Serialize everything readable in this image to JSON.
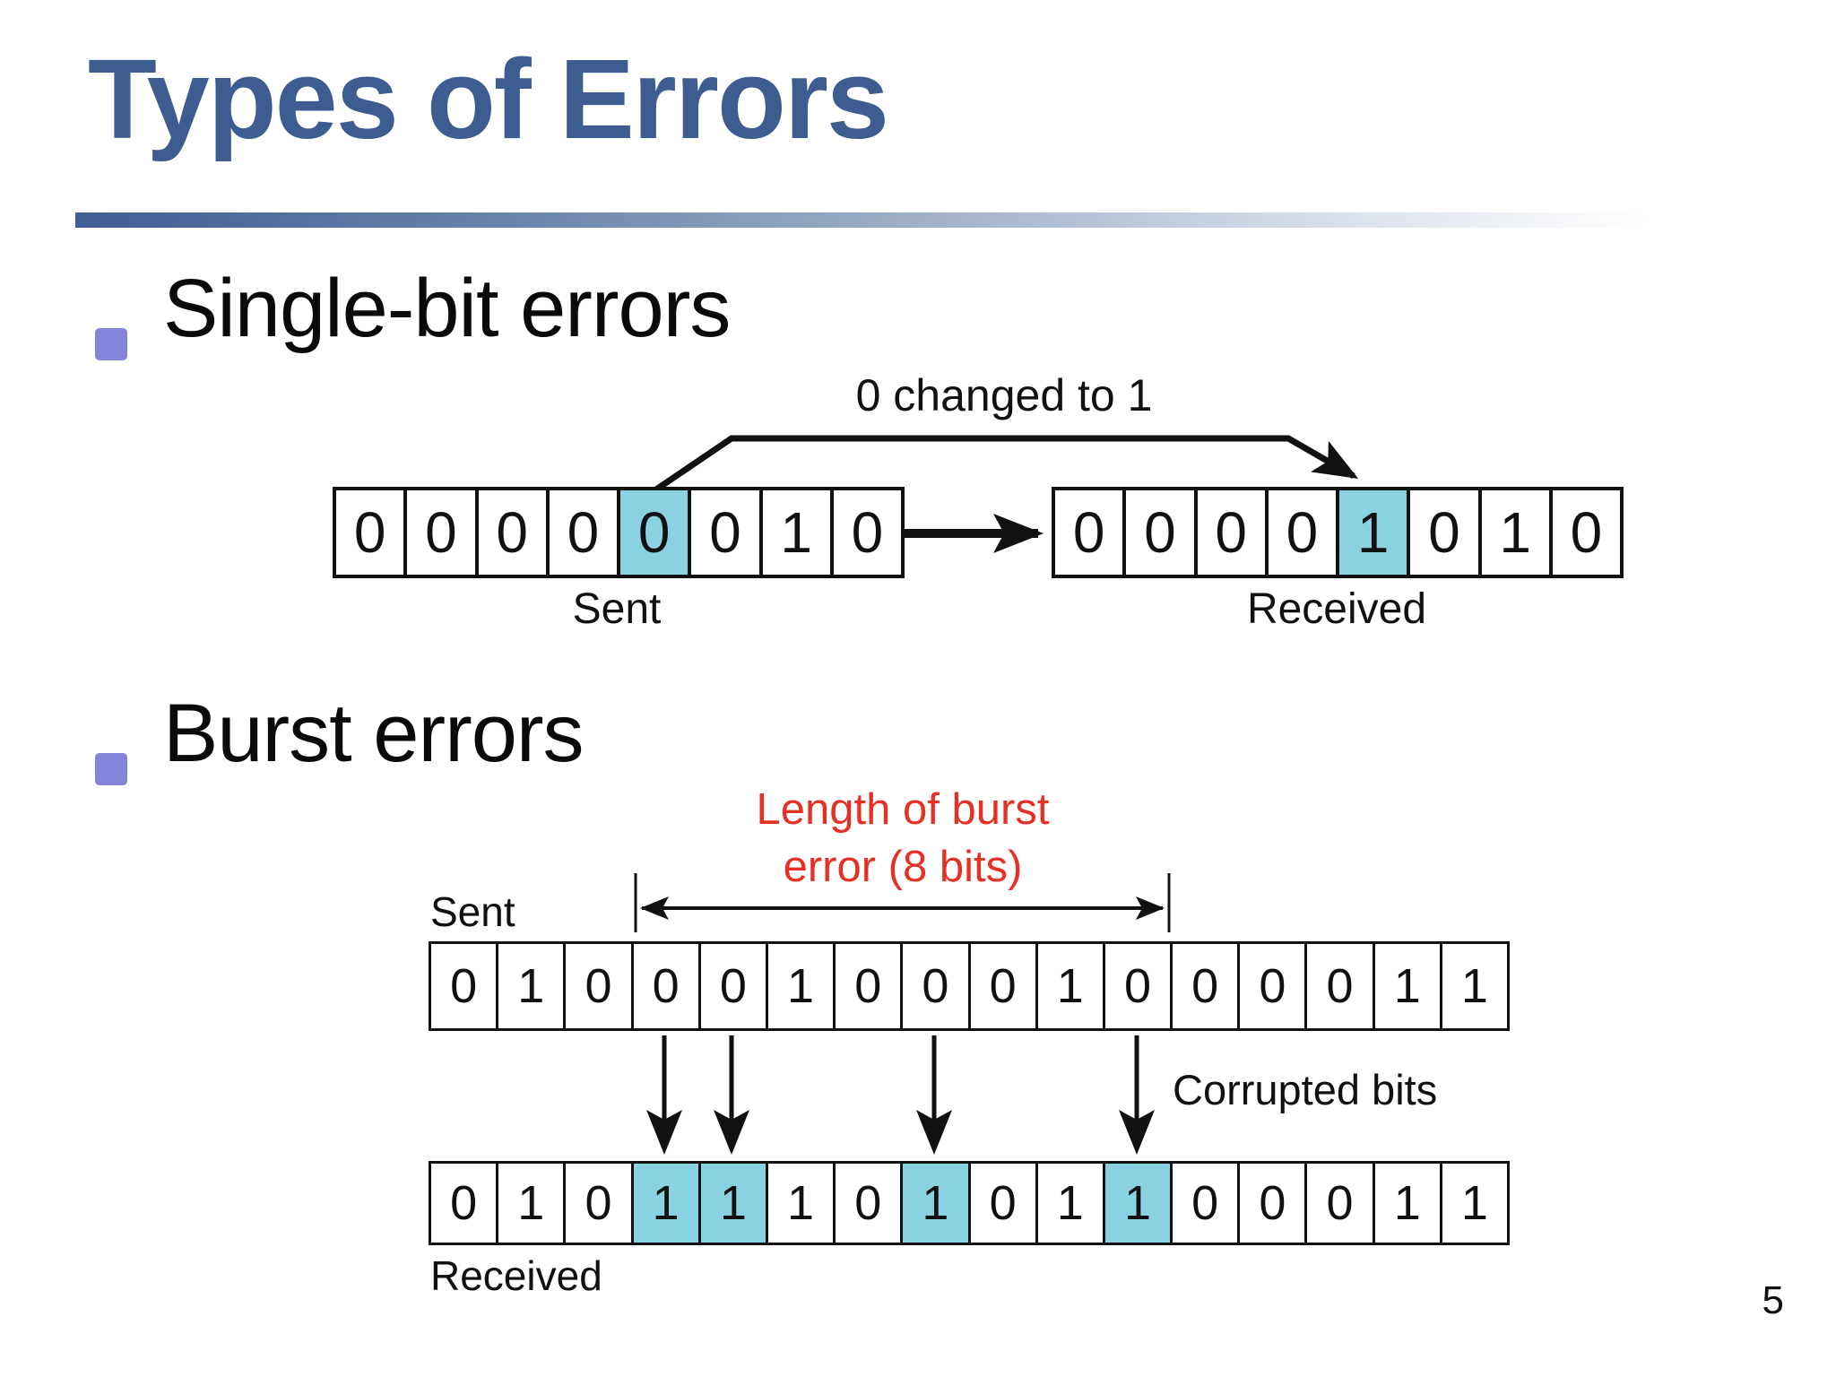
{
  "page": {
    "number": "5"
  },
  "title": {
    "text": "Types of Errors"
  },
  "colors": {
    "title": "#3d5c90",
    "bullet": "#8484d8",
    "highlight": "#8ad1e2",
    "accent_red": "#e53125"
  },
  "bullets": [
    {
      "label": "Single-bit errors"
    },
    {
      "label": "Burst errors"
    }
  ],
  "single_bit_diagram": {
    "annotation": "0 changed to 1",
    "sent": {
      "label": "Sent",
      "bits": [
        "0",
        "0",
        "0",
        "0",
        "0",
        "0",
        "1",
        "0"
      ],
      "highlighted": [
        4
      ]
    },
    "received": {
      "label": "Received",
      "bits": [
        "0",
        "0",
        "0",
        "0",
        "1",
        "0",
        "1",
        "0"
      ],
      "highlighted": [
        4
      ]
    }
  },
  "burst_diagram": {
    "annotation_line1": "Length of burst",
    "annotation_line2": "error (8 bits)",
    "burst_span_bits": 8,
    "corrupted_label": "Corrupted bits",
    "sent": {
      "label": "Sent",
      "bits": [
        "0",
        "1",
        "0",
        "0",
        "0",
        "1",
        "0",
        "0",
        "0",
        "1",
        "0",
        "0",
        "0",
        "0",
        "1",
        "1"
      ],
      "highlighted": []
    },
    "received": {
      "label": "Received",
      "bits": [
        "0",
        "1",
        "0",
        "1",
        "1",
        "1",
        "0",
        "1",
        "0",
        "1",
        "1",
        "0",
        "0",
        "0",
        "1",
        "1"
      ],
      "highlighted": [
        3,
        4,
        7,
        10
      ]
    }
  }
}
